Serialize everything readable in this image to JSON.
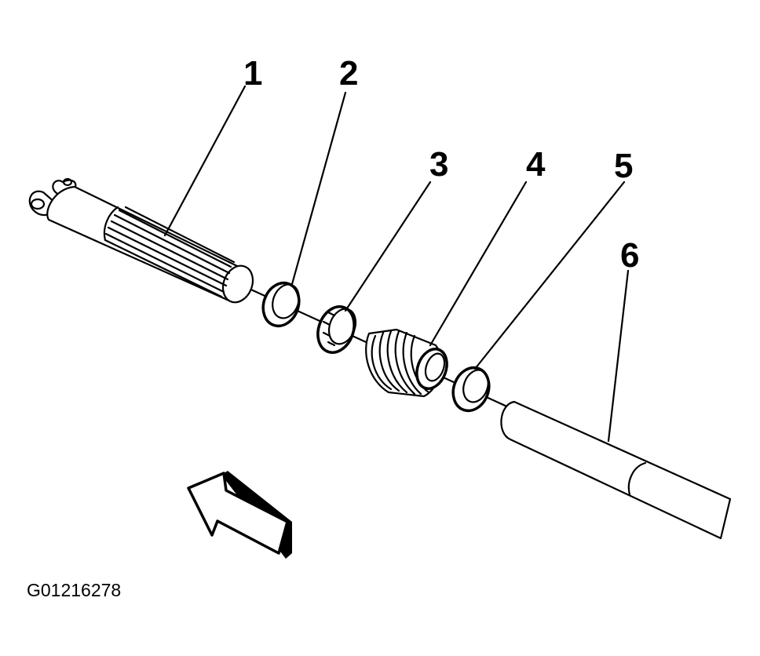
{
  "callouts": [
    {
      "id": "1",
      "label": "1"
    },
    {
      "id": "2",
      "label": "2"
    },
    {
      "id": "3",
      "label": "3"
    },
    {
      "id": "4",
      "label": "4"
    },
    {
      "id": "5",
      "label": "5"
    },
    {
      "id": "6",
      "label": "6"
    }
  ],
  "figure_code": "G01216278",
  "colors": {
    "ink": "#000000",
    "paper": "#ffffff"
  }
}
